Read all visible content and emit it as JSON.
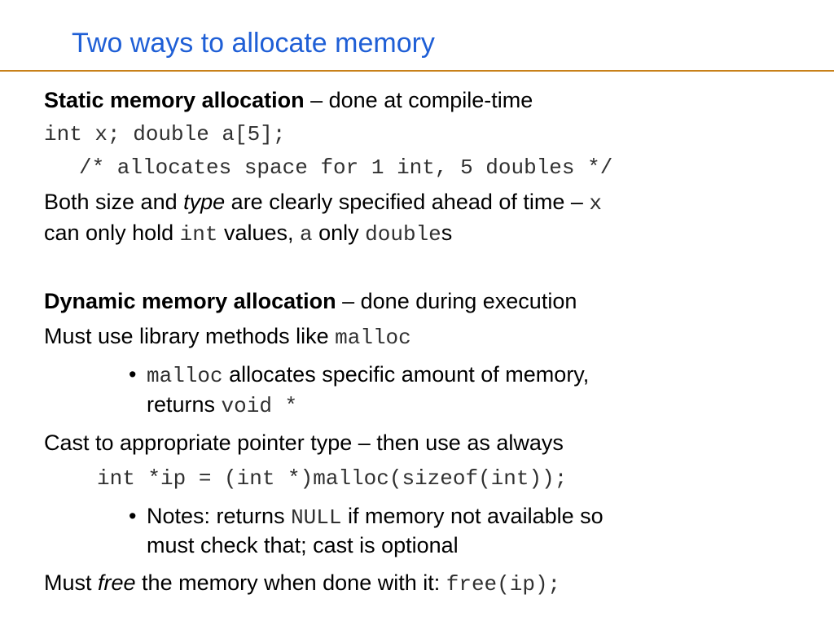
{
  "title": "Two ways to allocate memory",
  "static": {
    "heading": "Static memory allocation",
    "heading_rest": " – done at compile-time",
    "code_decl": "int x; double a[5];",
    "code_comment": "/* allocates space for 1 int, 5 doubles */",
    "line1_a": "Both size and ",
    "line1_type": "type",
    "line1_b": " are clearly specified ahead of time – ",
    "line1_x": "x",
    "line2_a": "can only hold ",
    "line2_int": "int",
    "line2_b": " values, ",
    "line2_a_var": "a",
    "line2_c": " only ",
    "line2_double": "double",
    "line2_s": "s"
  },
  "dynamic": {
    "heading": "Dynamic memory allocation",
    "heading_rest": " – done during execution",
    "must_use": "Must use library methods like ",
    "malloc": "malloc",
    "bullet_char": "•",
    "bullet1_code": "malloc",
    "bullet1_text": " allocates specific amount of memory,",
    "bullet1_line2": "returns ",
    "bullet1_void": "void *",
    "cast_line": "Cast to appropriate pointer type – then use as always",
    "cast_code": "int *ip = (int *)malloc(sizeof(int));",
    "notes_a": "Notes: returns ",
    "notes_null": "NULL",
    "notes_b": " if memory not available so",
    "notes_line2": "must check that; cast is optional",
    "free_a": "Must ",
    "free_word": "free",
    "free_b": " the memory when done with it: ",
    "free_code": "free(ip);"
  }
}
